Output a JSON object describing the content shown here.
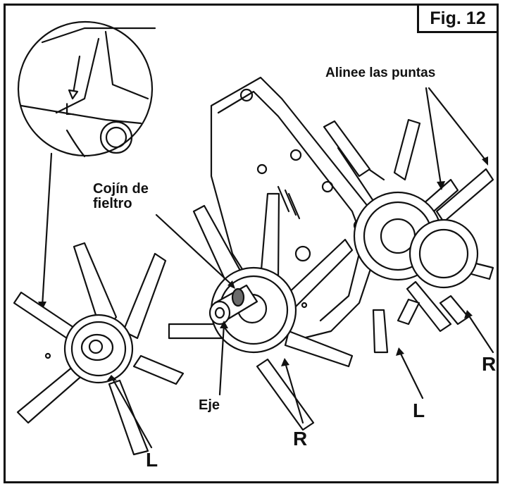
{
  "figure": {
    "label": "Fig. 12"
  },
  "labels": {
    "align_tips": "Alinee las puntas",
    "felt_pad_line1": "Cojín de",
    "felt_pad_line2": "fieltro",
    "shaft": "Eje",
    "tine_r_center": "R",
    "tine_l_left": "L",
    "tine_l_center": "L",
    "tine_r_right": "R",
    "inset_mark": "L"
  },
  "colors": {
    "ink": "#111111",
    "paper": "#ffffff",
    "shade": "#6b6b6b"
  }
}
